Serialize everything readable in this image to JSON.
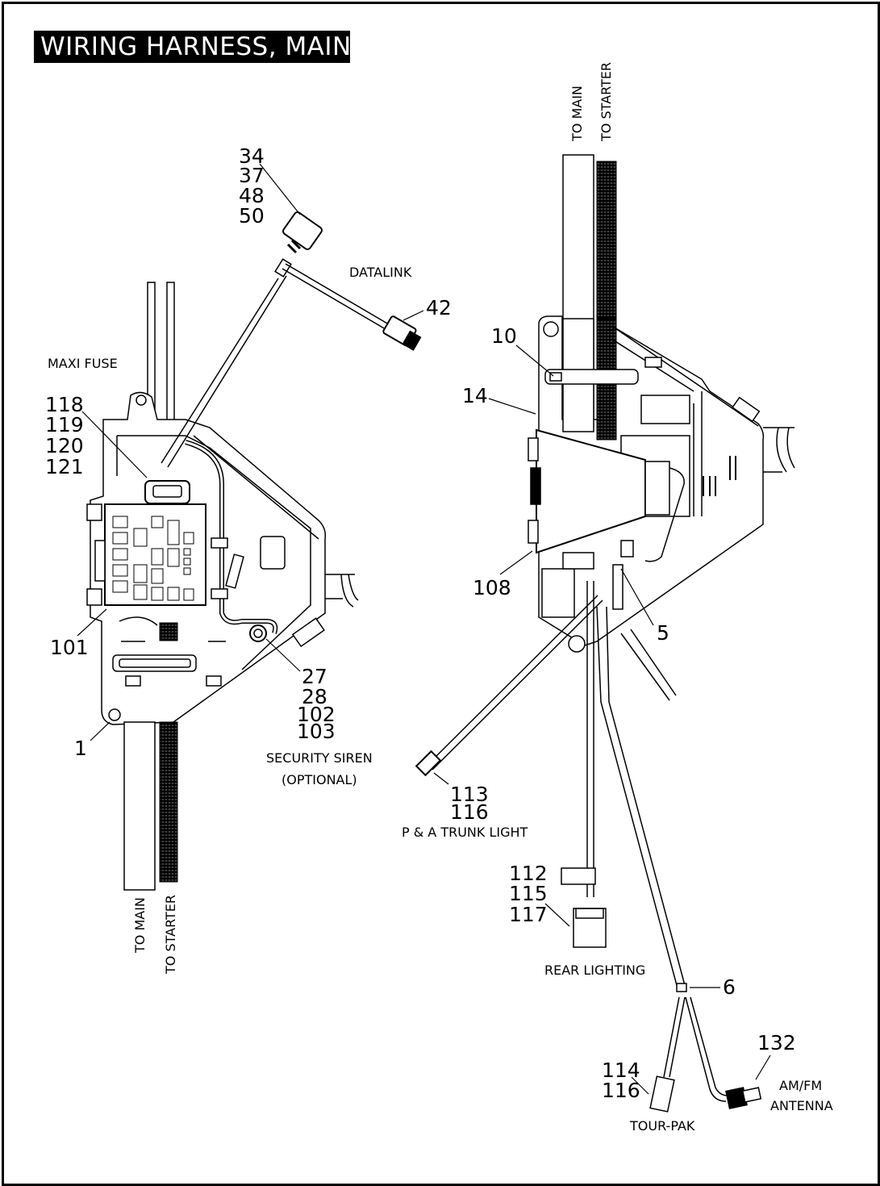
{
  "title": "WIRING HARNESS, MAIN",
  "labels": {
    "datalink": "DATALINK",
    "maxi_fuse": "MAXI FUSE",
    "security_siren": "SECURITY SIREN",
    "optional": "(OPTIONAL)",
    "pa_trunk_light": "P & A TRUNK LIGHT",
    "rear_lighting": "REAR LIGHTING",
    "tour_pak": "TOUR-PAK",
    "am_fm": "AM/FM",
    "antenna": "ANTENNA",
    "to_main": "TO MAIN",
    "to_starter": "TO STARTER"
  },
  "callouts": {
    "c34": "34",
    "c37": "37",
    "c48": "48",
    "c50": "50",
    "c42": "42",
    "c10": "10",
    "c14": "14",
    "c118": "118",
    "c119": "119",
    "c120": "120",
    "c121": "121",
    "c101": "101",
    "c1": "1",
    "c27": "27",
    "c28": "28",
    "c102": "102",
    "c103": "103",
    "c108": "108",
    "c5": "5",
    "c113": "113",
    "c116a": "116",
    "c112": "112",
    "c115": "115",
    "c117": "117",
    "c6": "6",
    "c132": "132",
    "c114": "114",
    "c116b": "116"
  }
}
